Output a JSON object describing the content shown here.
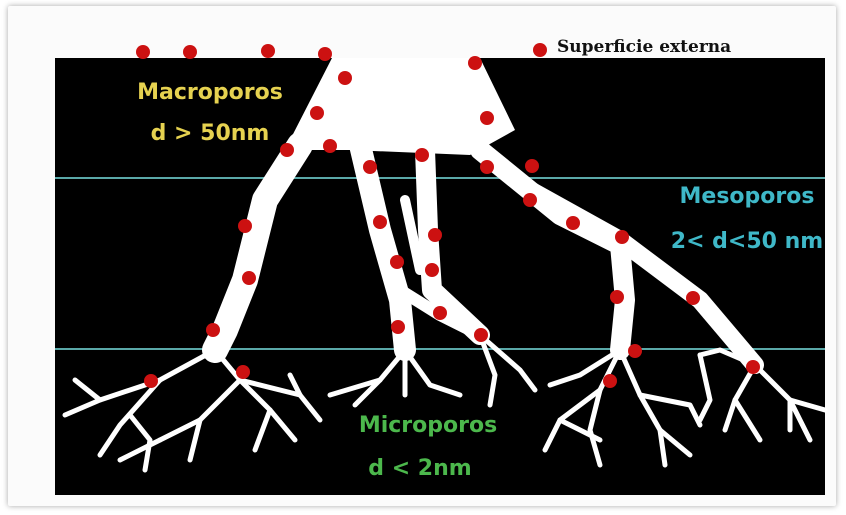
{
  "labels": {
    "surface": "Superficie externa",
    "macro_title": "Macroporos",
    "macro_range": "d > 50nm",
    "meso_title": "Mesoporos",
    "meso_range": "2< d<50 nm",
    "micro_title": "Microporos",
    "micro_range": "d < 2nm"
  },
  "colors": {
    "background": "#000000",
    "pore": "#ffffff",
    "site": "#cc1111",
    "zone_line": "#5aa8a8",
    "macro_text": "#e6d250",
    "meso_text": "#3fb8c8",
    "micro_text": "#4cb84c",
    "surface_text": "#111111"
  }
}
